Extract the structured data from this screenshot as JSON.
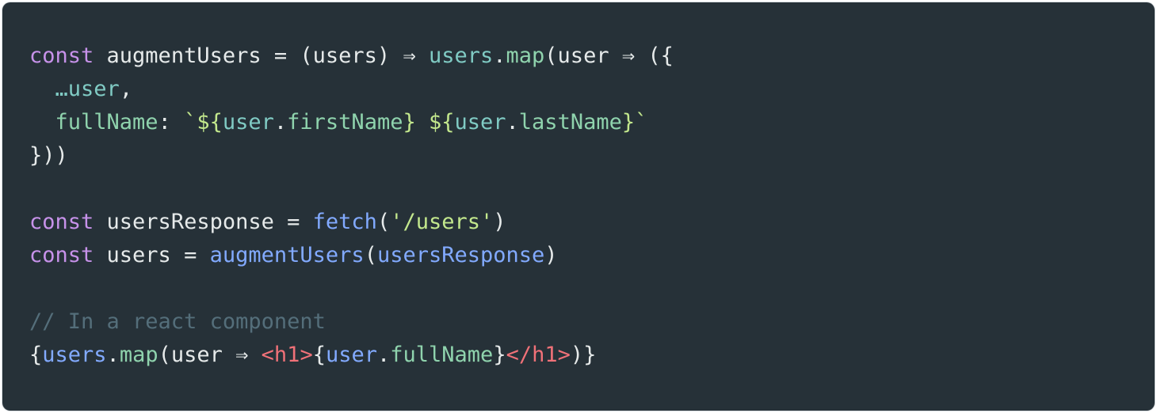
{
  "code": {
    "language": "javascript",
    "lines": [
      [
        {
          "t": "const",
          "c": "kw"
        },
        {
          "t": " augmentUsers ",
          "c": "id"
        },
        {
          "t": "=",
          "c": "op"
        },
        {
          "t": " (users) ",
          "c": "id"
        },
        {
          "t": "⇒",
          "c": "op"
        },
        {
          "t": " ",
          "c": "id"
        },
        {
          "t": "users",
          "c": "prop"
        },
        {
          "t": ".",
          "c": "punc"
        },
        {
          "t": "map",
          "c": "method"
        },
        {
          "t": "(user ",
          "c": "id"
        },
        {
          "t": "⇒",
          "c": "op"
        },
        {
          "t": " ({",
          "c": "id"
        }
      ],
      [
        {
          "t": "  ",
          "c": "id"
        },
        {
          "t": "…",
          "c": "prop"
        },
        {
          "t": "user",
          "c": "prop"
        },
        {
          "t": ",",
          "c": "punc"
        }
      ],
      [
        {
          "t": "  ",
          "c": "id"
        },
        {
          "t": "fullName",
          "c": "method"
        },
        {
          "t": ": ",
          "c": "punc"
        },
        {
          "t": "`${",
          "c": "tpl"
        },
        {
          "t": "user",
          "c": "prop"
        },
        {
          "t": ".",
          "c": "punc"
        },
        {
          "t": "firstName",
          "c": "method"
        },
        {
          "t": "} ${",
          "c": "tpl"
        },
        {
          "t": "user",
          "c": "prop"
        },
        {
          "t": ".",
          "c": "punc"
        },
        {
          "t": "lastName",
          "c": "method"
        },
        {
          "t": "}`",
          "c": "tpl"
        }
      ],
      [
        {
          "t": "}))",
          "c": "punc"
        }
      ],
      [],
      [
        {
          "t": "const",
          "c": "kw"
        },
        {
          "t": " usersResponse ",
          "c": "id"
        },
        {
          "t": "=",
          "c": "op"
        },
        {
          "t": " ",
          "c": "id"
        },
        {
          "t": "fetch",
          "c": "fn"
        },
        {
          "t": "(",
          "c": "punc"
        },
        {
          "t": "'/users'",
          "c": "str"
        },
        {
          "t": ")",
          "c": "punc"
        }
      ],
      [
        {
          "t": "const",
          "c": "kw"
        },
        {
          "t": " users ",
          "c": "id"
        },
        {
          "t": "=",
          "c": "op"
        },
        {
          "t": " ",
          "c": "id"
        },
        {
          "t": "augmentUsers",
          "c": "fn"
        },
        {
          "t": "(",
          "c": "punc"
        },
        {
          "t": "usersResponse",
          "c": "fn"
        },
        {
          "t": ")",
          "c": "punc"
        }
      ],
      [],
      [
        {
          "t": "// In a react component",
          "c": "cmt"
        }
      ],
      [
        {
          "t": "{",
          "c": "punc"
        },
        {
          "t": "users",
          "c": "fn"
        },
        {
          "t": ".",
          "c": "punc"
        },
        {
          "t": "map",
          "c": "method"
        },
        {
          "t": "(user ",
          "c": "id"
        },
        {
          "t": "⇒",
          "c": "op"
        },
        {
          "t": " ",
          "c": "id"
        },
        {
          "t": "<h1>",
          "c": "tag"
        },
        {
          "t": "{",
          "c": "punc"
        },
        {
          "t": "user",
          "c": "fn"
        },
        {
          "t": ".",
          "c": "punc"
        },
        {
          "t": "fullName",
          "c": "method"
        },
        {
          "t": "}",
          "c": "punc"
        },
        {
          "t": "</h1>",
          "c": "tag"
        },
        {
          "t": ")}",
          "c": "punc"
        }
      ]
    ]
  }
}
